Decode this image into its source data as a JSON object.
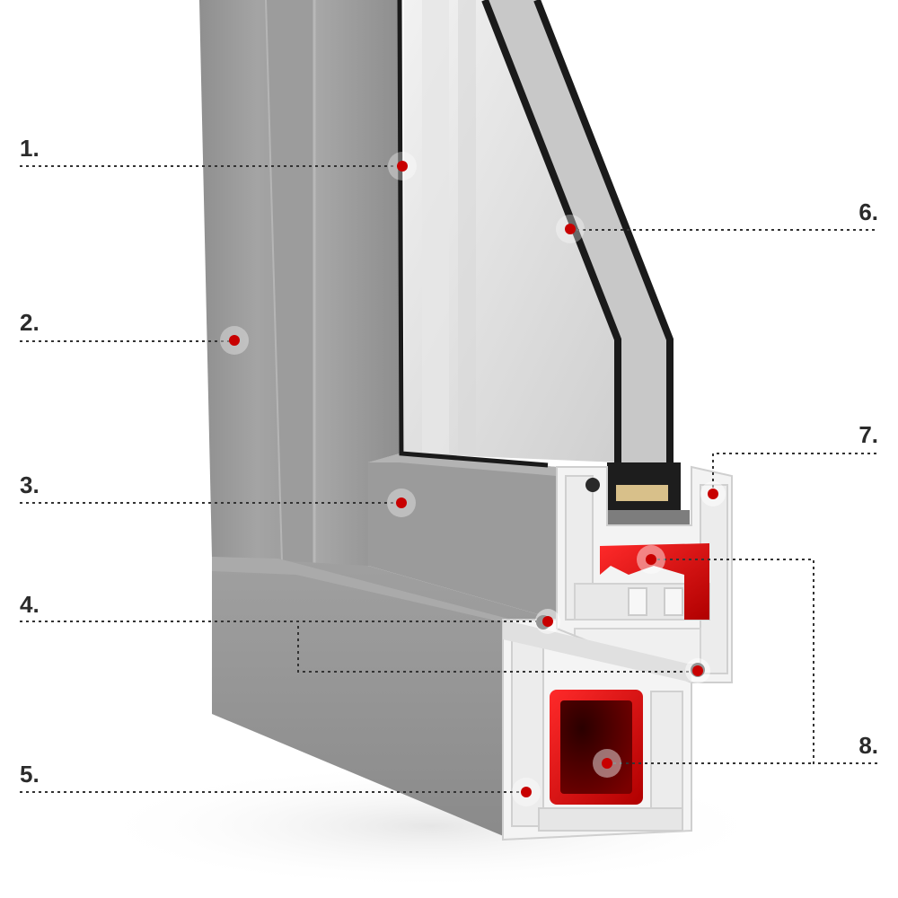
{
  "callouts": [
    {
      "label": "1."
    },
    {
      "label": "2."
    },
    {
      "label": "3."
    },
    {
      "label": "4."
    },
    {
      "label": "5."
    },
    {
      "label": "6."
    },
    {
      "label": "7."
    },
    {
      "label": "8."
    }
  ],
  "colors": {
    "frame_gray": "#9a9a9a",
    "pvc_white": "#f3f3f3",
    "steel_red": "#d40000",
    "glass_edge": "#1a1a1a",
    "marker_red": "#c80000",
    "leader_line": "#333333"
  }
}
